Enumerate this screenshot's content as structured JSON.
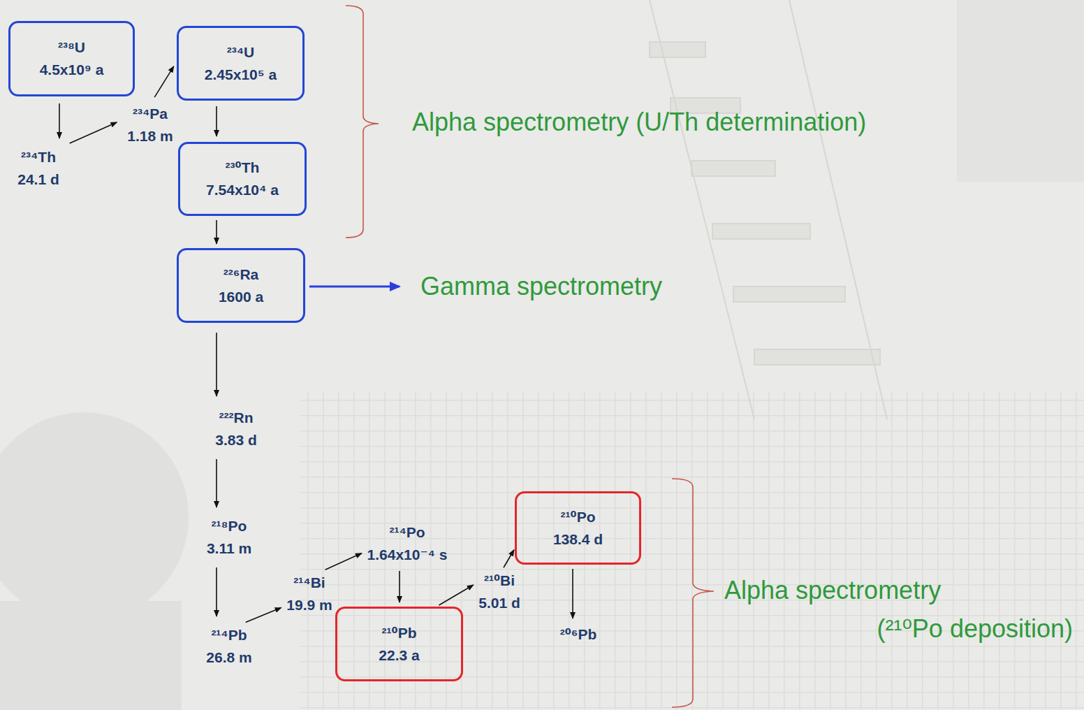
{
  "diagram": {
    "nodes": [
      {
        "text": [
          "²³⁸U",
          "4.5x10⁹ a"
        ]
      },
      {
        "text": [
          "²³⁴Th",
          "24.1 d"
        ]
      },
      {
        "text": [
          "²³⁴Pa",
          "1.18 m"
        ]
      },
      {
        "text": [
          "²³⁴U",
          "2.45x10⁵ a"
        ]
      },
      {
        "text": [
          "²³⁰Th",
          "7.54x10⁴ a"
        ]
      },
      {
        "text": [
          "²²⁶Ra",
          "1600 a"
        ]
      },
      {
        "text": [
          "²²²Rn",
          "3.83 d"
        ]
      },
      {
        "text": [
          "²¹⁸Po",
          "3.11 m"
        ]
      },
      {
        "text": [
          "²¹⁴Pb",
          "26.8 m"
        ]
      },
      {
        "text": [
          "²¹⁴Bi",
          "19.9 m"
        ]
      },
      {
        "text": [
          "²¹⁴Po",
          "1.64x10⁻⁴ s"
        ]
      },
      {
        "text": [
          "²¹⁰Pb",
          "22.3 a"
        ]
      },
      {
        "text": [
          "²¹⁰Bi",
          "5.01 d"
        ]
      },
      {
        "text": [
          "²¹⁰Po",
          "138.4 d"
        ]
      },
      {
        "text": [
          "²⁰⁶Pb"
        ]
      }
    ],
    "edges": [
      {
        "from": 0,
        "to": 1,
        "arrow": "to"
      },
      {
        "from": 1,
        "to": 2,
        "arrow": "to"
      },
      {
        "from": 2,
        "to": 3,
        "arrow": "to"
      },
      {
        "from": 3,
        "to": 4,
        "arrow": "to"
      },
      {
        "from": 4,
        "to": 5,
        "arrow": "to"
      },
      {
        "from": 5,
        "to": 6,
        "arrow": "to"
      },
      {
        "from": 6,
        "to": 7,
        "arrow": "to"
      },
      {
        "from": 7,
        "to": 8,
        "arrow": "to"
      },
      {
        "from": 8,
        "to": 9,
        "arrow": "to"
      },
      {
        "from": 9,
        "to": 10,
        "arrow": "to"
      },
      {
        "from": 10,
        "to": 11,
        "arrow": "to"
      },
      {
        "from": 11,
        "to": 12,
        "arrow": "to"
      },
      {
        "from": 12,
        "to": 13,
        "arrow": "to"
      },
      {
        "from": 13,
        "to": 14,
        "arrow": "to"
      }
    ],
    "labels": [
      "Alpha spectrometry (U/Th determination)",
      "Gamma spectrometry",
      "Alpha spectrometry",
      "(²¹⁰Po deposition)"
    ]
  }
}
